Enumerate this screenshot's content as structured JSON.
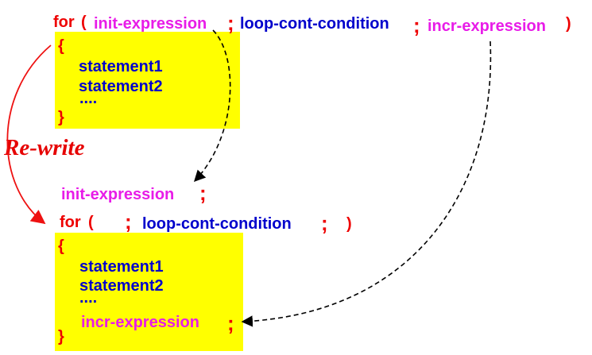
{
  "original": {
    "for_kw": "for",
    "open_paren": "(",
    "init": "init-expression",
    "semi1": ";",
    "cond": "loop-cont-condition",
    "semi2": ";",
    "incr": "incr-expression",
    "close_paren": ")",
    "brace_open": "{",
    "stmt1": "statement1",
    "stmt2": "statement2",
    "dots": "....",
    "brace_close": "}"
  },
  "rewrite_label": "Re-write",
  "rewritten": {
    "init": "init-expression",
    "init_semi": ";",
    "for_kw": "for",
    "open_paren": "(",
    "semi1": ";",
    "cond": "loop-cont-condition",
    "semi2": ";",
    "close_paren": ")",
    "brace_open": "{",
    "stmt1": "statement1",
    "stmt2": "statement2",
    "dots": "....",
    "incr": "incr-expression",
    "incr_semi": ";",
    "brace_close": "}"
  },
  "colors": {
    "keyword": "#ee0000",
    "expression": "#e81ce8",
    "condition": "#0000cc",
    "block_background": "#ffff00"
  }
}
